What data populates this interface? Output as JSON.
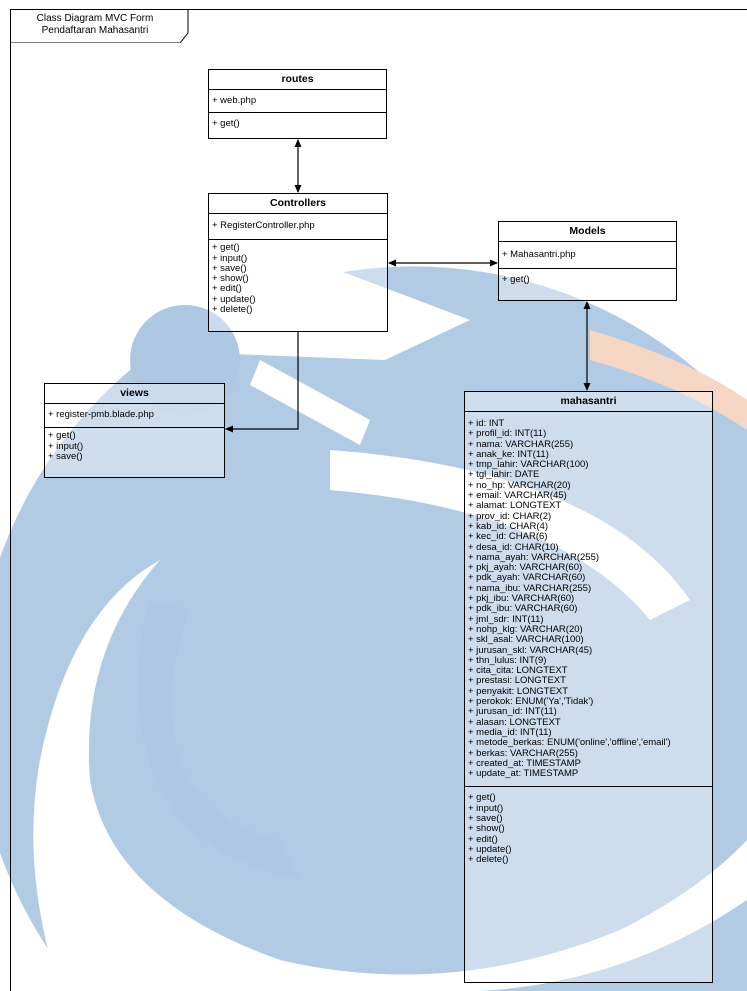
{
  "frame": {
    "title_line1": "Class Diagram MVC Form",
    "title_line2": "Pendaftaran Mahasantri"
  },
  "classes": {
    "routes": {
      "name": "routes",
      "attributes": [
        "+ web.php"
      ],
      "methods": [
        "+ get()"
      ]
    },
    "controllers": {
      "name": "Controllers",
      "attributes": [
        "+ RegisterController.php"
      ],
      "methods": [
        "+ get()",
        "+ input()",
        "+ save()",
        "+ show()",
        "+ edit()",
        "+ update()",
        "+ delete()"
      ]
    },
    "models": {
      "name": "Models",
      "attributes": [
        "+ Mahasantri.php"
      ],
      "methods": [
        "+ get()"
      ]
    },
    "views": {
      "name": "views",
      "attributes": [
        "+ register-pmb.blade.php"
      ],
      "methods": [
        "+ get()",
        "+ input()",
        "+ save()"
      ]
    },
    "mahasantri": {
      "name": "mahasantri",
      "attributes": [
        "+ id: INT",
        "+ profil_id: INT(11)",
        "+ nama: VARCHAR(255)",
        "+ anak_ke: INT(11)",
        "+ tmp_lahir: VARCHAR(100)",
        "+ tgl_lahir: DATE",
        "+ no_hp: VARCHAR(20)",
        "+ email: VARCHAR(45)",
        "+ alamat: LONGTEXT",
        "+ prov_id: CHAR(2)",
        "+ kab_id: CHAR(4)",
        "+ kec_id: CHAR(6)",
        "+ desa_id: CHAR(10)",
        "+ nama_ayah: VARCHAR(255)",
        "+ pkj_ayah: VARCHAR(60)",
        "+ pdk_ayah: VARCHAR(60)",
        "+ nama_ibu: VARCHAR(255)",
        "+ pkj_ibu: VARCHAR(60)",
        "+ pdk_ibu: VARCHAR(60)",
        "+ jml_sdr: INT(11)",
        "+ nohp_klg: VARCHAR(20)",
        "+ skl_asal: VARCHAR(100)",
        "+ jurusan_skl: VARCHAR(45)",
        "+ thn_lulus: INT(9)",
        "+ cita_cita: LONGTEXT",
        "+ prestasi: LONGTEXT",
        "+ penyakit: LONGTEXT",
        "+ perokok: ENUM('Ya','Tidak')",
        "+ jurusan_id: INT(11)",
        "+ alasan: LONGTEXT",
        "+ media_id: INT(11)",
        "+ metode_berkas: ENUM('online','offline','email')",
        "+ berkas: VARCHAR(255)",
        "+ created_at: TIMESTAMP",
        "+ update_at: TIMESTAMP"
      ],
      "methods": [
        "+ get()",
        "+ input()",
        "+ save()",
        "+ show()",
        "+ edit()",
        "+ update()",
        "+ delete()"
      ]
    }
  },
  "colors": {
    "watermark_blue": "#aec8e4",
    "watermark_orange": "#f6d6c4",
    "line": "#000000"
  }
}
